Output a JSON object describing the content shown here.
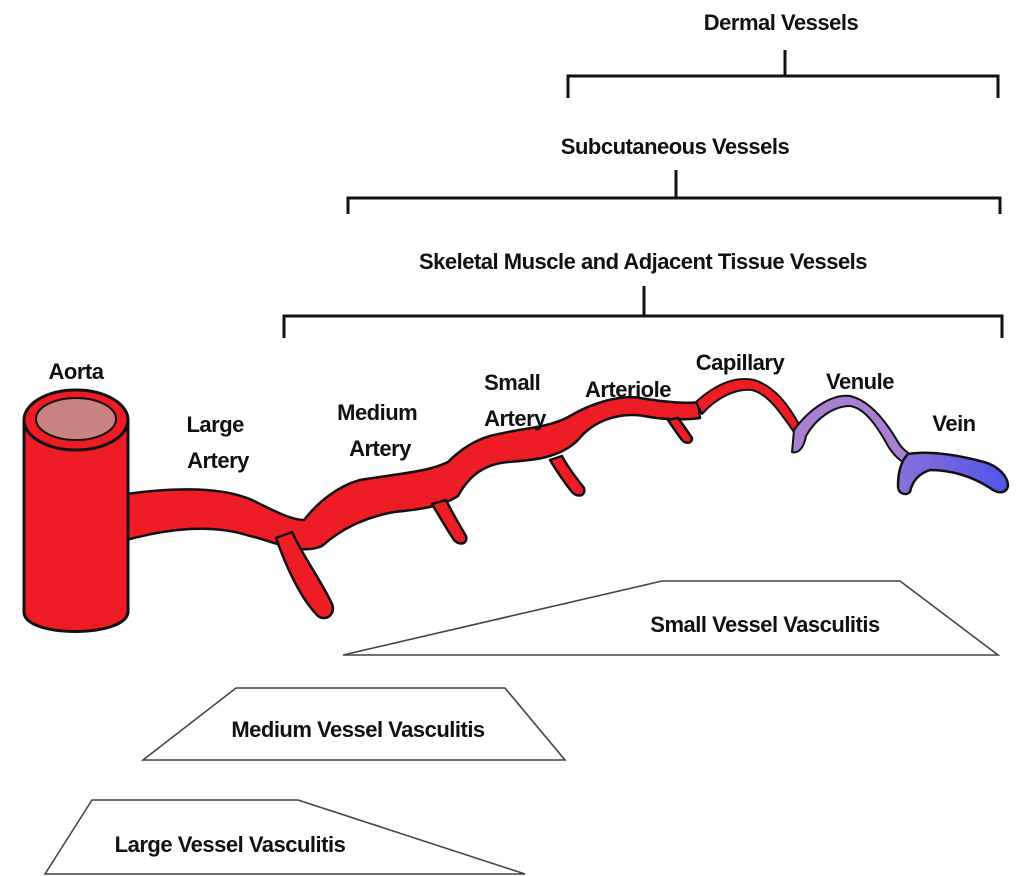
{
  "brackets": {
    "dermal": "Dermal Vessels",
    "subcutaneous": "Subcutaneous  Vessels",
    "skeletal": "Skeletal Muscle and Adjacent Tissue Vessels"
  },
  "vessels": {
    "aorta": "Aorta",
    "large_artery": [
      "Large",
      "Artery"
    ],
    "medium_artery": [
      "Medium",
      "Artery"
    ],
    "small_artery": [
      "Small",
      "Artery"
    ],
    "arteriole": "Arteriole",
    "capillary": "Capillary",
    "venule": "Venule",
    "vein": "Vein"
  },
  "vasculitis": {
    "small": "Small Vessel Vasculitis",
    "medium": "Medium Vessel Vasculitis",
    "large": "Large Vessel Vasculitis"
  },
  "colors": {
    "artery_red": "#ee1c25",
    "aorta_lumen": "#c8827f",
    "venule_lilac": "#a97fd0",
    "vein_blue": "#5a5ae6",
    "trapezoid_fill": "#ffffff",
    "outline": "#111111"
  }
}
